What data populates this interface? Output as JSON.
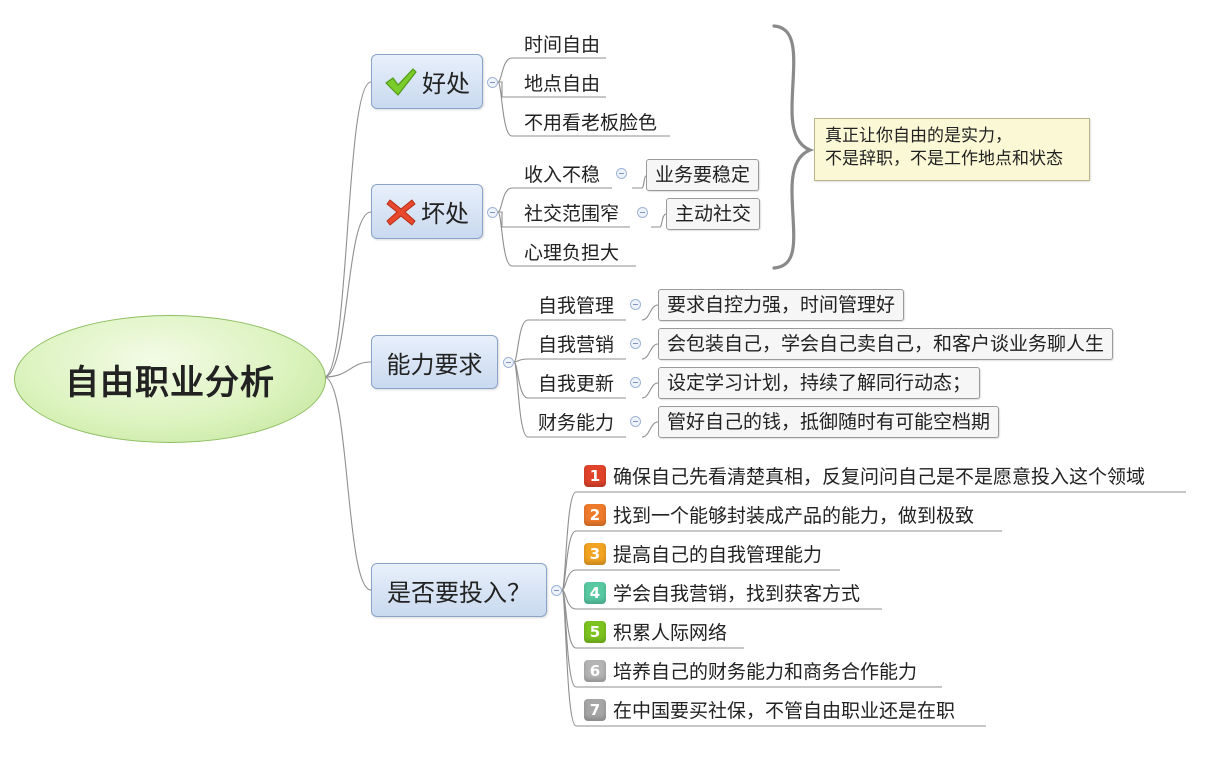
{
  "central": "自由职业分析",
  "branches": {
    "benefits": {
      "label": "好处",
      "icon": "check-icon",
      "items": [
        "时间自由",
        "地点自由",
        "不用看老板脸色"
      ]
    },
    "drawbacks": {
      "label": "坏处",
      "icon": "cross-icon",
      "items": [
        {
          "label": "收入不稳",
          "detail": "业务要稳定"
        },
        {
          "label": "社交范围窄",
          "detail": "主动社交"
        },
        {
          "label": "心理负担大"
        }
      ]
    },
    "abilities": {
      "label": "能力要求",
      "items": [
        {
          "label": "自我管理",
          "detail": "要求自控力强，时间管理好"
        },
        {
          "label": "自我营销",
          "detail": "会包装自己，学会自己卖自己，和客户谈业务聊人生"
        },
        {
          "label": "自我更新",
          "detail": "设定学习计划，持续了解同行动态；"
        },
        {
          "label": "财务能力",
          "detail": "管好自己的钱，抵御随时有可能空档期"
        }
      ]
    },
    "invest": {
      "label": "是否要投入？",
      "steps": [
        {
          "n": "1",
          "text": "确保自己先看清楚真相，反复问问自己是不是愿意投入这个领域",
          "color": "#e0432a"
        },
        {
          "n": "2",
          "text": "找到一个能够封装成产品的能力，做到极致",
          "color": "#ee7a2c"
        },
        {
          "n": "3",
          "text": "提高自己的自我管理能力",
          "color": "#f2a322"
        },
        {
          "n": "4",
          "text": "学会自我营销，找到获客方式",
          "color": "#59c9a2"
        },
        {
          "n": "5",
          "text": "积累人际网络",
          "color": "#7cc31f"
        },
        {
          "n": "6",
          "text": "培养自己的财务能力和商务合作能力",
          "color": "#b4b4b4"
        },
        {
          "n": "7",
          "text": "在中国要买社保，不管自由职业还是在职",
          "color": "#a6a6a6"
        }
      ]
    }
  },
  "summary_note": {
    "line1": "真正让你自由的是实力，",
    "line2": "不是辞职，不是工作地点和状态"
  },
  "colors": {
    "central_fill": "#d6f0b5",
    "topic_fill": "#d4e1f3",
    "note_fill": "#fbf8d6",
    "connector": "#8a8a8a"
  }
}
